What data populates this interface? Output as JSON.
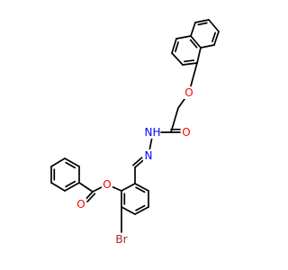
{
  "molecule": {
    "colors": {
      "carbon_bond": "#000000",
      "O": "#ff0000",
      "N": "#0000ff",
      "Br": "#a52a2a"
    },
    "atoms": {
      "o_ether": {
        "symbol": "O"
      },
      "n_amide": {
        "symbol": "N",
        "suffix": "H",
        "text": "NH"
      },
      "n_imine": {
        "symbol": "N",
        "text": "N"
      },
      "o_amide": {
        "symbol": "O",
        "text": "O"
      },
      "o_ester": {
        "symbol": "O",
        "text": "O"
      },
      "o_carbonyl": {
        "symbol": "O",
        "text": "O"
      },
      "br": {
        "symbol": "Br",
        "text": "Br"
      }
    }
  }
}
